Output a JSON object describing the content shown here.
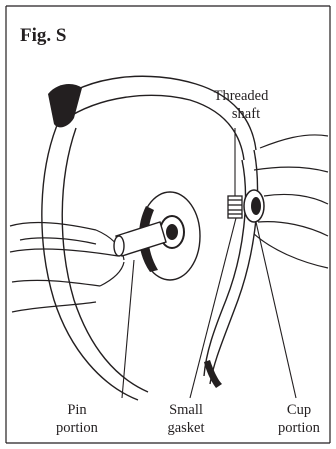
{
  "figure": {
    "title": "Fig. S",
    "labels": {
      "threaded_shaft": [
        "Threaded",
        "shaft"
      ],
      "pin_portion": [
        "Pin",
        "portion"
      ],
      "small_gasket": [
        "Small",
        "gasket"
      ],
      "cup_portion": [
        "Cup",
        "portion"
      ]
    }
  }
}
